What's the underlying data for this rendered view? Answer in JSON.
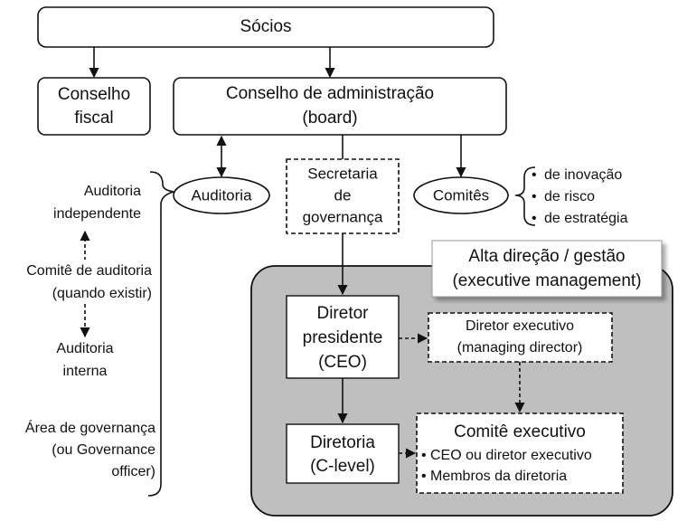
{
  "socios": "Sócios",
  "conselho_fiscal": [
    "Conselho",
    "fiscal"
  ],
  "conselho_admin": [
    "Conselho de administração",
    "(board)"
  ],
  "auditoria": "Auditoria",
  "secretaria": [
    "Secretaria",
    "de",
    "governança"
  ],
  "comites": "Comitês",
  "comites_list": [
    "de inovação",
    "de risco",
    "de estratégia"
  ],
  "alta_direcao": [
    "Alta direção / gestão",
    "(executive management)"
  ],
  "diretor_presidente": [
    "Diretor",
    "presidente",
    "(CEO)"
  ],
  "diretor_executivo": [
    "Diretor executivo",
    "(managing director)"
  ],
  "diretoria": [
    "Diretoria",
    "(C-level)"
  ],
  "comite_executivo": {
    "title": "Comitê executivo",
    "items": [
      "CEO ou diretor executivo",
      "Membros da diretoria"
    ]
  },
  "left_labels": {
    "auditoria_independente": [
      "Auditoria",
      "independente"
    ],
    "comite_auditoria": [
      "Comitê de auditoria",
      "(quando existir)"
    ],
    "auditoria_interna": [
      "Auditoria",
      "interna"
    ],
    "area_governanca": [
      "Área de governança",
      "(ou Governance",
      "officer)"
    ]
  },
  "bullet": "•"
}
